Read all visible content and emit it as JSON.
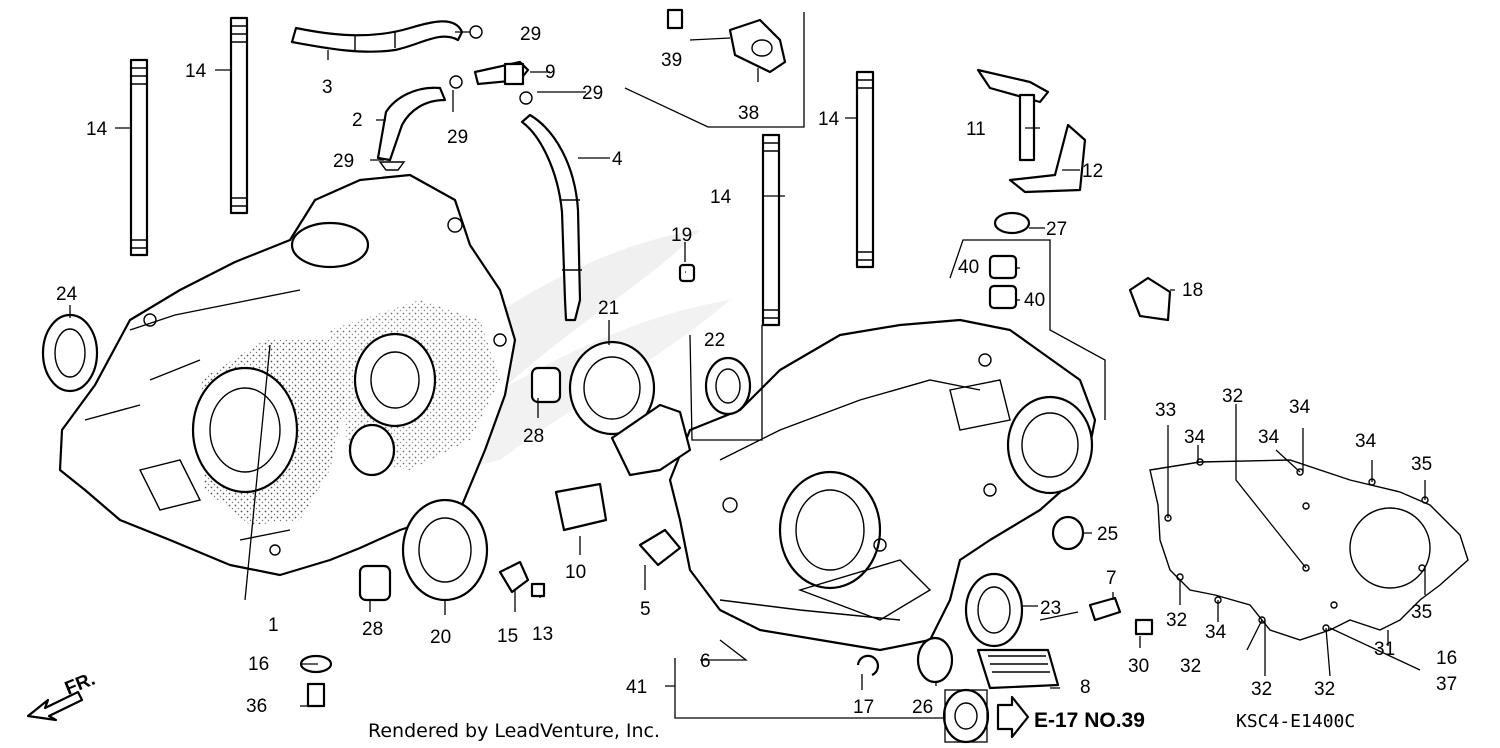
{
  "diagram": {
    "credit": "Rendered by LeadVenture, Inc.",
    "code": "KSC4-E1400C",
    "reference": "E-17 NO.39",
    "direction_label": "FR.",
    "callouts": [
      "1",
      "2",
      "3",
      "4",
      "5",
      "6",
      "7",
      "8",
      "9",
      "10",
      "11",
      "12",
      "13",
      "14",
      "14",
      "14",
      "14",
      "15",
      "16",
      "16",
      "17",
      "18",
      "19",
      "20",
      "21",
      "22",
      "23",
      "24",
      "25",
      "26",
      "27",
      "28",
      "28",
      "29",
      "29",
      "29",
      "29",
      "30",
      "31",
      "32",
      "32",
      "32",
      "32",
      "32",
      "32",
      "33",
      "34",
      "34",
      "34",
      "34",
      "34",
      "35",
      "35",
      "36",
      "37",
      "38",
      "39",
      "40",
      "40",
      "41"
    ]
  }
}
